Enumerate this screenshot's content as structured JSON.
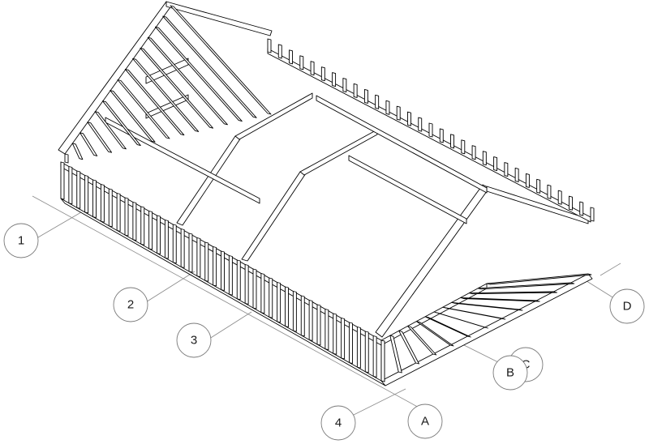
{
  "diagram": {
    "gridlines": [
      {
        "id": "1",
        "label": "1"
      },
      {
        "id": "2",
        "label": "2"
      },
      {
        "id": "3",
        "label": "3"
      },
      {
        "id": "4",
        "label": "4"
      },
      {
        "id": "A",
        "label": "A"
      },
      {
        "id": "B",
        "label": "B"
      },
      {
        "id": "C",
        "label": "C"
      },
      {
        "id": "D",
        "label": "D"
      }
    ]
  }
}
